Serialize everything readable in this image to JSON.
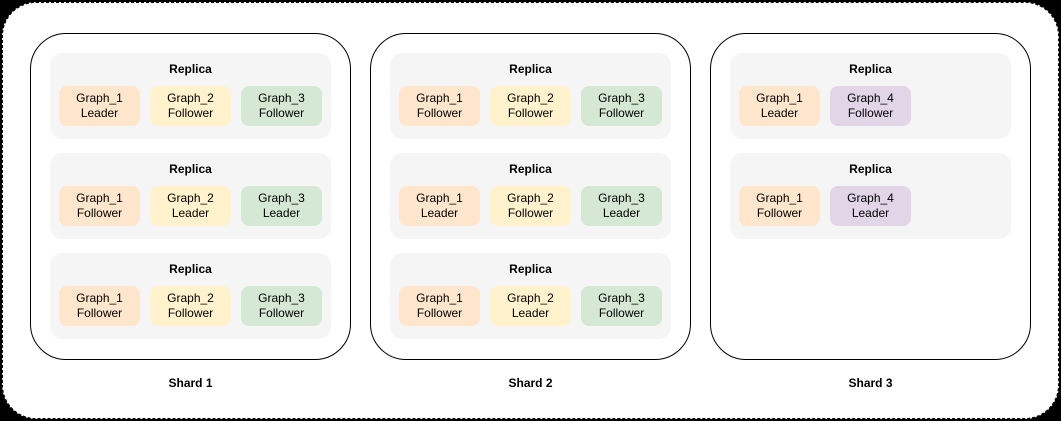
{
  "palette": {
    "outer_bg": "#000000",
    "canvas_bg": "#FFFFFF",
    "canvas_border": "#000000",
    "shard_border": "#000000",
    "replica_fill": "#F5F5F5",
    "graph1_fill": "#FFE6CC",
    "graph2_fill": "#FFF2CC",
    "graph3_fill": "#D5E8D4",
    "graph4_fill": "#E1D5E7",
    "text_color": "#000000"
  },
  "shards": [
    {
      "label": "Shard 1",
      "replicas": [
        {
          "title": "Replica",
          "graphs": [
            {
              "name": "Graph_1",
              "role": "Leader",
              "fill": "#FFE6CC"
            },
            {
              "name": "Graph_2",
              "role": "Follower",
              "fill": "#FFF2CC"
            },
            {
              "name": "Graph_3",
              "role": "Follower",
              "fill": "#D5E8D4"
            }
          ]
        },
        {
          "title": "Replica",
          "graphs": [
            {
              "name": "Graph_1",
              "role": "Follower",
              "fill": "#FFE6CC"
            },
            {
              "name": "Graph_2",
              "role": "Leader",
              "fill": "#FFF2CC"
            },
            {
              "name": "Graph_3",
              "role": "Leader",
              "fill": "#D5E8D4"
            }
          ]
        },
        {
          "title": "Replica",
          "graphs": [
            {
              "name": "Graph_1",
              "role": "Follower",
              "fill": "#FFE6CC"
            },
            {
              "name": "Graph_2",
              "role": "Follower",
              "fill": "#FFF2CC"
            },
            {
              "name": "Graph_3",
              "role": "Follower",
              "fill": "#D5E8D4"
            }
          ]
        }
      ]
    },
    {
      "label": "Shard 2",
      "replicas": [
        {
          "title": "Replica",
          "graphs": [
            {
              "name": "Graph_1",
              "role": "Follower",
              "fill": "#FFE6CC"
            },
            {
              "name": "Graph_2",
              "role": "Follower",
              "fill": "#FFF2CC"
            },
            {
              "name": "Graph_3",
              "role": "Follower",
              "fill": "#D5E8D4"
            }
          ]
        },
        {
          "title": "Replica",
          "graphs": [
            {
              "name": "Graph_1",
              "role": "Leader",
              "fill": "#FFE6CC"
            },
            {
              "name": "Graph_2",
              "role": "Follower",
              "fill": "#FFF2CC"
            },
            {
              "name": "Graph_3",
              "role": "Leader",
              "fill": "#D5E8D4"
            }
          ]
        },
        {
          "title": "Replica",
          "graphs": [
            {
              "name": "Graph_1",
              "role": "Follower",
              "fill": "#FFE6CC"
            },
            {
              "name": "Graph_2",
              "role": "Leader",
              "fill": "#FFF2CC"
            },
            {
              "name": "Graph_3",
              "role": "Follower",
              "fill": "#D5E8D4"
            }
          ]
        }
      ]
    },
    {
      "label": "Shard 3",
      "replicas": [
        {
          "title": "Replica",
          "graphs": [
            {
              "name": "Graph_1",
              "role": "Leader",
              "fill": "#FFE6CC"
            },
            {
              "name": "Graph_4",
              "role": "Follower",
              "fill": "#E1D5E7"
            }
          ]
        },
        {
          "title": "Replica",
          "graphs": [
            {
              "name": "Graph_1",
              "role": "Follower",
              "fill": "#FFE6CC"
            },
            {
              "name": "Graph_4",
              "role": "Leader",
              "fill": "#E1D5E7"
            }
          ]
        }
      ]
    }
  ]
}
